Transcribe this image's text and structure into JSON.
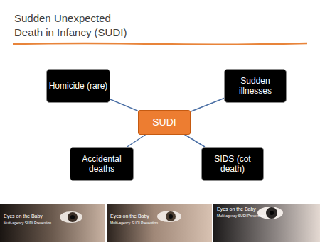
{
  "diagram": {
    "title": "Sudden Unexpected Death in Infancy (SUDI)",
    "nodes": [
      {
        "text": [
          "Homicide (rare)"
        ]
      },
      {
        "text": [
          "Sudden illnesses"
        ]
      },
      {
        "text": [
          "SUDI"
        ]
      },
      {
        "text": [
          "Accidental deaths"
        ]
      },
      {
        "text": [
          "SIDS (cot death)"
        ]
      }
    ],
    "edges": [
      {
        "from": 2,
        "to": 0,
        "arrow": "none"
      },
      {
        "from": 2,
        "to": 1,
        "arrow": "none"
      },
      {
        "from": 2,
        "to": 3,
        "arrow": "none"
      },
      {
        "from": 2,
        "to": 4,
        "arrow": "none"
      }
    ],
    "labels": [
      "Eyes on the Baby",
      "Multi-agency SUDI Prevention",
      "Eyes on the Baby",
      "Multi-agency SUDI Prevention",
      "Eyes on the Baby",
      "Multi-agency SUDI Prevention"
    ]
  }
}
